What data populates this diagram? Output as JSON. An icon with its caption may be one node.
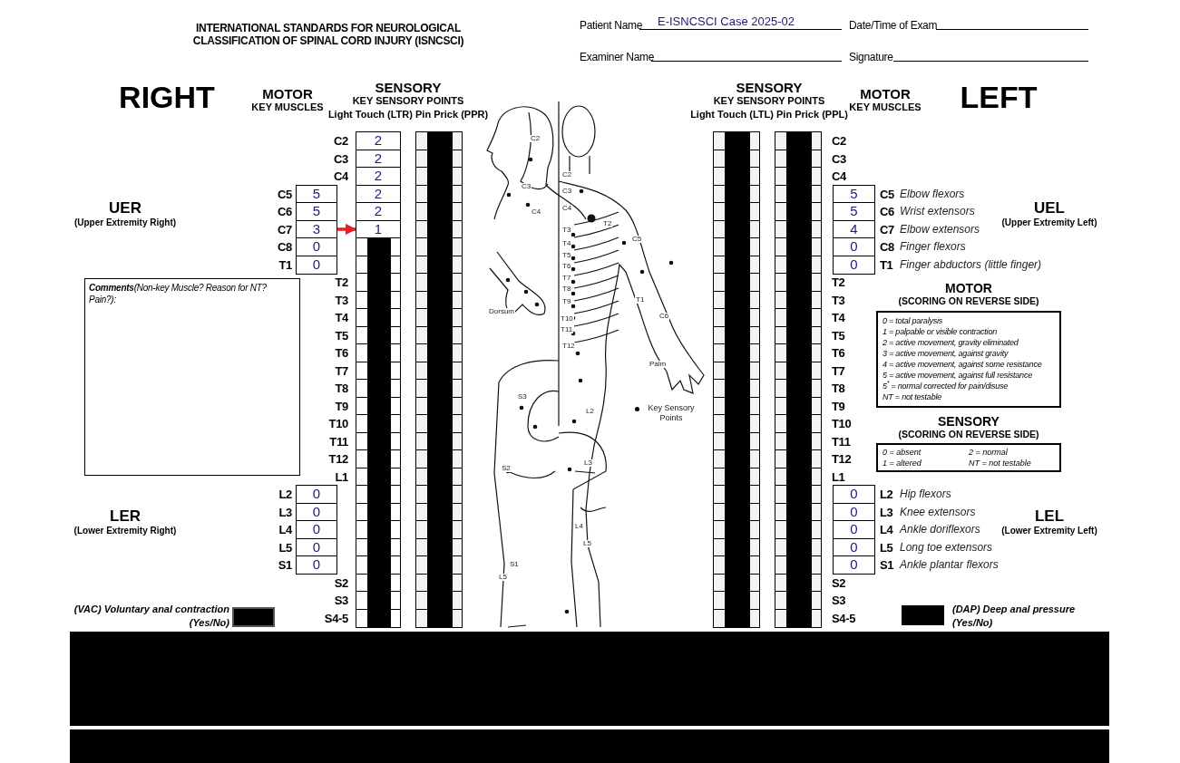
{
  "diagram": {
    "title": "INTERNATIONAL STANDARDS FOR NEUROLOGICAL CLASSIFICATION OF SPINAL CORD INJURY (ISNCSCI)",
    "nodes": [
      {
        "text": [
          "3"
        ]
      },
      {
        "text": [
          "1"
        ]
      },
      {
        "text": [
          "**Comments**(Non-key Muscle? Reason for NT? Pain?):"
        ]
      },
      {
        "text": [
          "MOTOR",
          "(SCORING ON REVERSE SIDE)",
          "0 = total paralysis",
          "1 = palpable or visible contraction",
          "2 = active movement, gravity eliminated",
          "3 = active movement, against gravity",
          "4 = active movement, against some resistance",
          "5 = active movement, against full resistance",
          "5$^{*}$ = normal corrected for pain/disuse",
          "NT = not testable"
        ]
      },
      {
        "text": [
          "SENSORY",
          "(SCORING ON REVERSE SIDE)",
          "0 = absent",
          "2 = normal",
          "1 = altered",
          "NT = not testable"
        ]
      }
    ],
    "edges": [
      {
        "from": 0,
        "to": 1,
        "arrow": "to",
        "color": "#ee1c1c"
      }
    ],
    "labels": [
      "Patient Name",
      "E-ISNCSCI Case 2025-02",
      "Date/Time of Exam",
      "Examiner Name",
      "Signature",
      "RIGHT",
      "MOTOR",
      "KEY MUSCLES",
      "SENSORY",
      "KEY SENSORY POINTS",
      "Light Touch (LTR) Pin Prick (PPR)",
      "SENSORY",
      "KEY SENSORY POINTS",
      "Light Touch (LTL) Pin Prick (PPL)",
      "MOTOR",
      "KEY MUSCLES",
      "LEFT",
      "UER",
      "(Upper Extremity Right)",
      "LER",
      "(Lower Extremity Right)",
      "UEL",
      "(Upper Extremity Left)",
      "LEL",
      "(Lower Extremity Left)",
      "(VAC) Voluntary anal contraction (Yes/No)",
      "(DAP) Deep anal pressure (Yes/No)",
      "C2",
      "2",
      "C2",
      "C3",
      "2",
      "C3",
      "C4",
      "2",
      "C4",
      "C5",
      "5",
      "2",
      "5",
      "C5",
      "Elbow flexors",
      "C6",
      "5",
      "2",
      "5",
      "C6",
      "Wrist extensors",
      "C7",
      "4",
      "C7",
      "Elbow extensors",
      "C8",
      "0",
      "0",
      "C8",
      "Finger flexors",
      "T1",
      "0",
      "0",
      "T1",
      "Finger abductors (little finger)",
      "T2",
      "T2",
      "T3",
      "T3",
      "T4",
      "T4",
      "T5",
      "T5",
      "T6",
      "T6",
      "T7",
      "T7",
      "T8",
      "T8",
      "T9",
      "T9",
      "T10",
      "T10",
      "T11",
      "T11",
      "T12",
      "T12",
      "L1",
      "L1",
      "L2",
      "0",
      "0",
      "L2",
      "Hip flexors",
      "L3",
      "0",
      "0",
      "L3",
      "Knee extensors",
      "L4",
      "0",
      "0",
      "L4",
      "Ankle doriflexors",
      "L5",
      "0",
      "0",
      "L5",
      "Long toe extensors",
      "S1",
      "0",
      "0",
      "S1",
      "Ankle plantar flexors",
      "S2",
      "S2",
      "S3",
      "S3",
      "S4-5",
      "S4-5",
      "C2",
      "C3",
      "C4",
      "C2",
      "C3",
      "C4",
      "T2",
      "C5",
      "T3",
      "T4",
      "T5",
      "T6",
      "T7",
      "T8",
      "T9",
      "T10",
      "T11",
      "T12",
      "T1",
      "C6",
      "Palm",
      "Dorsum",
      "S3",
      "L2",
      "S2",
      "L3",
      "L4",
      "L5",
      "S1",
      "L5"
    ],
    "legend": [
      {
        "text": "Key Sensory Points"
      }
    ]
  }
}
